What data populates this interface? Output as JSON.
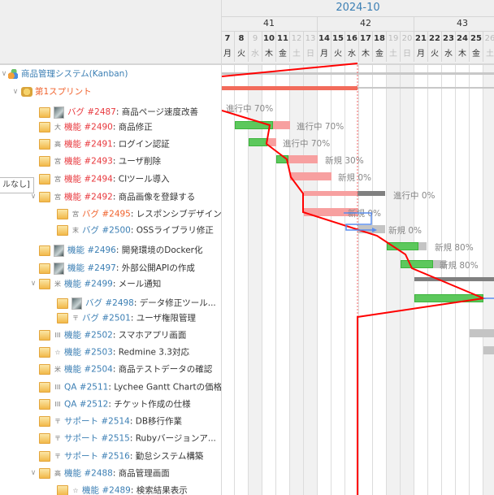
{
  "left_panel": {
    "tooltip": "ルなし]",
    "rows": [
      {
        "type": "project",
        "label": "商品管理システム(Kanban)"
      },
      {
        "type": "sprint",
        "label": "第1スプリント"
      },
      {
        "prio": "avatar",
        "tracker": "バグ #2487",
        "subject": ": 商品ページ速度改善",
        "color": "red"
      },
      {
        "prio": "大",
        "tracker": "機能 #2490",
        "subject": ": 商品修正",
        "color": "red"
      },
      {
        "prio": "高",
        "tracker": "機能 #2491",
        "subject": ": ログイン認証",
        "color": "red"
      },
      {
        "prio": "宮",
        "tracker": "機能 #2493",
        "subject": ": ユーザ削除",
        "color": "red"
      },
      {
        "prio": "宮",
        "tracker": "機能 #2494",
        "subject": ": CIツール導入",
        "color": "red"
      },
      {
        "prio": "宮",
        "tracker": "機能 #2492",
        "subject": ": 商品画像を登録する",
        "color": "red"
      },
      {
        "prio": "宮",
        "tracker": "バグ #2495",
        "subject": ": レスポンシブデザイン",
        "color": "orange"
      },
      {
        "prio": "末",
        "tracker": "バグ #2500",
        "subject": ": OSSライブラリ修正",
        "color": "blue"
      },
      {
        "prio": "avatar",
        "tracker": "機能 #2496",
        "subject": ": 開発環境のDocker化",
        "color": "blue"
      },
      {
        "prio": "avatar",
        "tracker": "機能 #2497",
        "subject": ": 外部公開APIの作成",
        "color": "blue"
      },
      {
        "prio": "米",
        "tracker": "機能 #2499",
        "subject": ": メール通知",
        "color": "blue"
      },
      {
        "prio": "avatar",
        "tracker": "バグ #2498",
        "subject": ": データ修正ツール...",
        "color": "blue"
      },
      {
        "prio": "〒",
        "tracker": "バグ #2501",
        "subject": ": ユーザ権限管理",
        "color": "blue"
      },
      {
        "prio": "III",
        "tracker": "機能 #2502",
        "subject": ": スマホアプリ画面",
        "color": "blue"
      },
      {
        "prio": "☆",
        "tracker": "機能 #2503",
        "subject": ": Redmine 3.3対応",
        "color": "blue"
      },
      {
        "prio": "米",
        "tracker": "機能 #2504",
        "subject": ": 商品テストデータの確認",
        "color": "blue"
      },
      {
        "prio": "III",
        "tracker": "QA #2511",
        "subject": ": Lychee Gantt Chartの価格",
        "color": "blue"
      },
      {
        "prio": "III",
        "tracker": "QA #2512",
        "subject": ": チケット作成の仕様",
        "color": "blue"
      },
      {
        "prio": "〒",
        "tracker": "サポート #2514",
        "subject": ": DB移行作業",
        "color": "blue"
      },
      {
        "prio": "〒",
        "tracker": "サポート #2515",
        "subject": ": Rubyバージョンア...",
        "color": "blue"
      },
      {
        "prio": "〒",
        "tracker": "サポート #2516",
        "subject": ": 勤怠システム構築",
        "color": "blue"
      },
      {
        "prio": "高",
        "tracker": "機能 #2488",
        "subject": ": 商品管理画面",
        "color": "blue"
      },
      {
        "prio": "☆",
        "tracker": "機能 #2489",
        "subject": ": 検索結果表示",
        "color": "blue"
      }
    ]
  },
  "timeline": {
    "month": "2024-10",
    "weeks": [
      "41",
      "42",
      "43"
    ],
    "days": [
      "7",
      "8",
      "9",
      "10",
      "11",
      "12",
      "13",
      "14",
      "15",
      "16",
      "17",
      "18",
      "19",
      "20",
      "21",
      "22",
      "23",
      "24",
      "25",
      "26"
    ],
    "dows": [
      "月",
      "火",
      "水",
      "木",
      "金",
      "土",
      "日",
      "月",
      "火",
      "水",
      "木",
      "金",
      "土",
      "日",
      "月",
      "火",
      "水",
      "木",
      "金",
      "土"
    ],
    "labels": {
      "l0": "進行中 70%",
      "l1": "進行中 70%",
      "l2": "進行中 70%",
      "l3": "新規 30%",
      "l4": "新規 0%",
      "l5": "進行中 0%",
      "l6": "新規 0%",
      "l7": "新規 0%",
      "l8": "新規 80%",
      "l9": "新規 80%"
    },
    "colors": {
      "progress": "#5cc85c",
      "late": "#f7a0a0",
      "todo": "#c4c4c4",
      "parent": "#808080",
      "lightning": "#ff0000",
      "dependency": "#5b8dee"
    }
  }
}
